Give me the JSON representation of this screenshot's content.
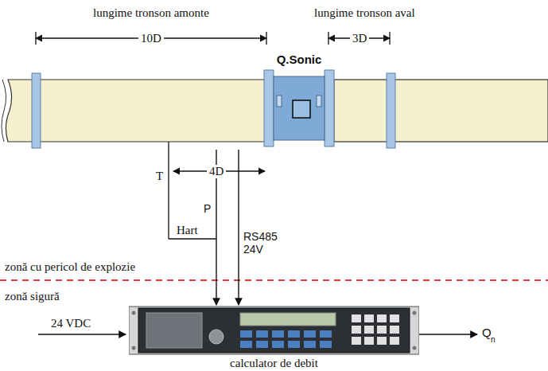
{
  "diagram": {
    "nodes": [
      {
        "text": [
          "Q.Sonic"
        ]
      },
      {
        "text": [
          "calculator de debit"
        ]
      }
    ],
    "edges": [
      {
        "from": 0,
        "to": 1,
        "arrow": "to",
        "label": "P"
      },
      {
        "from": 0,
        "to": 1,
        "arrow": "to",
        "label": "RS485 24V"
      }
    ],
    "labels": [
      "lungime tronson amonte",
      "lungime tronson aval",
      "10D",
      "3D",
      "4D",
      "T",
      "Hart",
      "zonă cu pericol de explozie",
      "zonă sigură",
      "24 VDC",
      "Q",
      "n"
    ]
  }
}
